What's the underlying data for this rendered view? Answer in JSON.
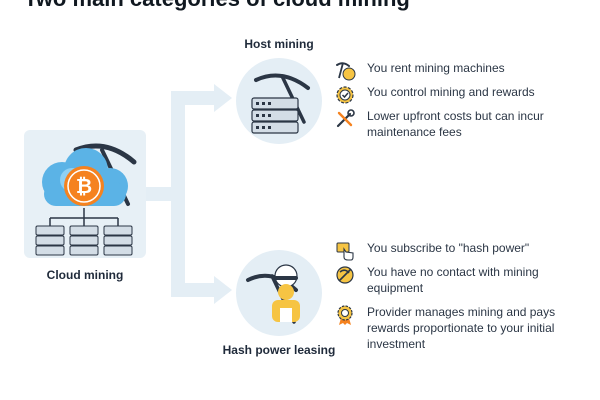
{
  "title": "Two main categories of cloud mining",
  "source": {
    "label": "Cloud mining"
  },
  "categories": [
    {
      "name": "Host mining",
      "features": [
        {
          "icon": "pickaxe-coin-icon",
          "text": "You rent mining machines"
        },
        {
          "icon": "gear-check-icon",
          "text": "You control mining and rewards"
        },
        {
          "icon": "wrench-screwdriver-icon",
          "text": "Lower upfront costs but can incur maintenance fees"
        }
      ]
    },
    {
      "name": "Hash power leasing",
      "features": [
        {
          "icon": "hand-pointer-icon",
          "text": "You subscribe to \"hash power\""
        },
        {
          "icon": "no-contact-icon",
          "text": "You have no contact with mining equipment"
        },
        {
          "icon": "award-medal-icon",
          "text": "Provider manages mining and pays rewards proportionate to your initial investment"
        }
      ]
    }
  ],
  "colors": {
    "accent": "#f5821f",
    "light_blue": "#e4eef5",
    "cloud_blue": "#5bb3e6",
    "dark": "#2b3645",
    "yellow": "#f6c443"
  }
}
